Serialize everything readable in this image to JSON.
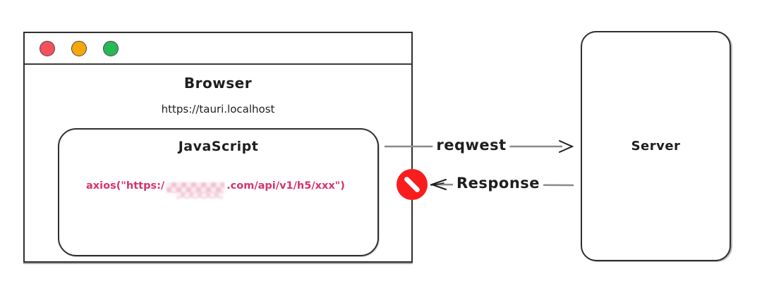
{
  "browser": {
    "title": "Browser",
    "url": "https://tauri.localhost",
    "traffic_lights": {
      "close_color": "#f4515c",
      "minimize_color": "#f5a70b",
      "zoom_color": "#27b857"
    },
    "js_panel": {
      "title": "JavaScript",
      "code_prefix": "axios(\"https:/",
      "code_suffix": ".com/api/v1/h5/xxx\")",
      "code_color": "#d6336c"
    }
  },
  "arrows": {
    "request_label": "reqwest",
    "response_label": "Response",
    "line_color": "#8a8a8a",
    "head_color": "#1e1e1e"
  },
  "blocked_icon": {
    "color": "#f91d1d"
  },
  "server": {
    "label": "Server"
  }
}
